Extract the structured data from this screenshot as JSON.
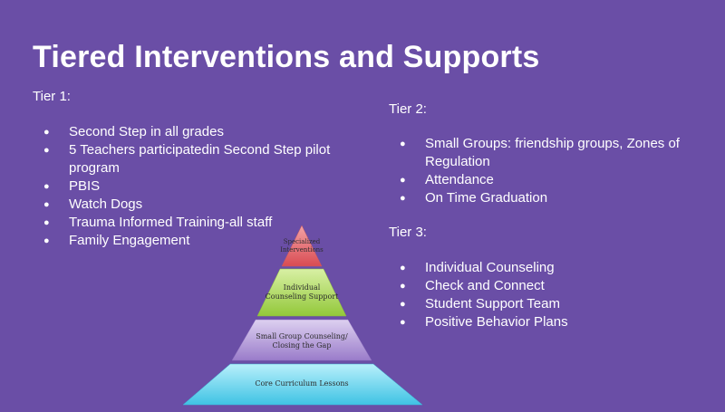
{
  "title": "Tiered Interventions and Supports",
  "tier1": {
    "heading": "Tier 1:",
    "items": [
      "Second Step in all grades",
      "5 Teachers participatedin Second Step pilot program",
      "PBIS",
      "Watch Dogs",
      "Trauma Informed Training-all staff",
      "Family Engagement"
    ]
  },
  "tier2": {
    "heading": "Tier 2:",
    "items": [
      "Small Groups: friendship groups, Zones of Regulation",
      "Attendance",
      "On Time Graduation"
    ]
  },
  "tier3": {
    "heading": "Tier 3:",
    "items": [
      "Individual Counseling",
      "Check and Connect",
      "Student Support Team",
      "Positive Behavior Plans"
    ]
  },
  "pyramid": {
    "levels": [
      "Specialized Interventions",
      "Individual Counseling Support",
      "Small Group Counseling/ Closing the Gap",
      "Core Curriculum Lessons"
    ],
    "colors": [
      "#e8646a",
      "#a8d450",
      "#a98bd3",
      "#5fd0ea"
    ]
  }
}
